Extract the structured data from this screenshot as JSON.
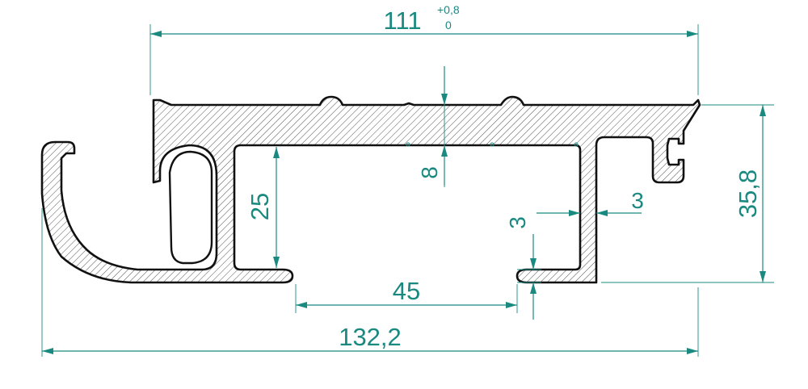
{
  "drawing": {
    "colors": {
      "dimension": "#1a8a80",
      "outline": "#111111",
      "hatch": "#555555",
      "background": "#ffffff"
    },
    "dimensions": {
      "top_width": "111",
      "top_tol_upper": "+0,8",
      "top_tol_lower": "0",
      "overall_width": "132,2",
      "height": "35,8",
      "wall_thickness": "8",
      "inner_height": "25",
      "opening_width": "45",
      "rib_thickness": "3",
      "lip_thickness": "3"
    }
  }
}
